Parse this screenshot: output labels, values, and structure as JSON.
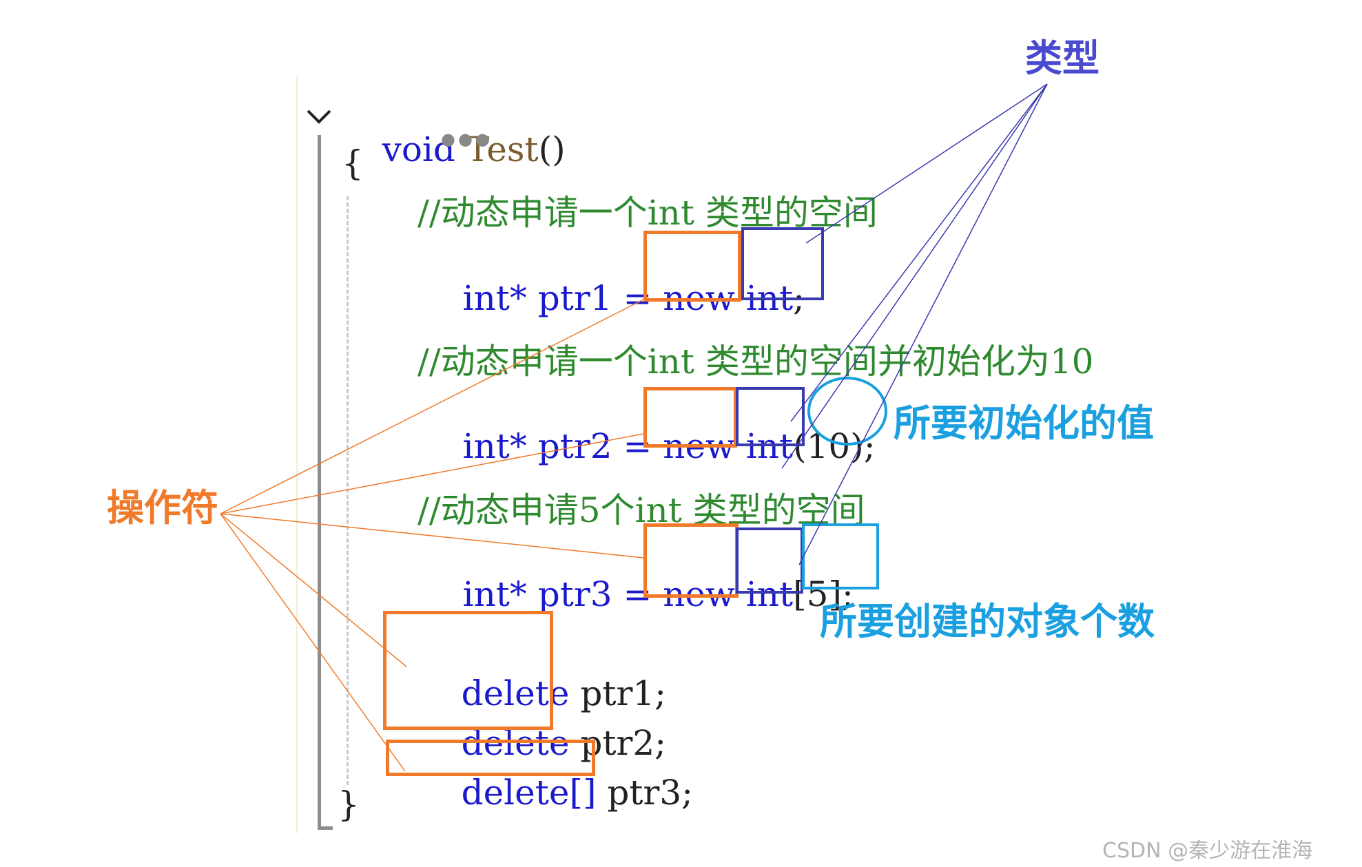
{
  "code": {
    "signature": {
      "keyword": "void",
      "name": "Test",
      "parens": "()"
    },
    "open_brace": "{",
    "close_brace": "}",
    "comment1": "//动态申请一个int 类型的空间",
    "line1": {
      "decl": "int* ptr1 =",
      "op": "new",
      "type": "int",
      "tail": ";"
    },
    "comment2": "//动态申请一个int 类型的空间并初始化为10",
    "line2": {
      "decl": "int* ptr2 =",
      "op": "new",
      "type": "int",
      "init": "(10)",
      "tail": ";"
    },
    "comment3": "//动态申请5个int 类型的空间",
    "line3": {
      "decl": "int* ptr3 =",
      "op": "new",
      "type": "int",
      "count": "[5]",
      "tail": ";"
    },
    "delete1": {
      "op": "delete",
      "arg": "ptr1;"
    },
    "delete2": {
      "op": "delete",
      "arg": "ptr2;"
    },
    "delete3": {
      "op": "delete[]",
      "arg": "ptr3;"
    }
  },
  "annotations": {
    "type_label": "类型",
    "operator_label": "操作符",
    "init_value_label": "所要初始化的值",
    "count_label": "所要创建的对象个数"
  },
  "watermark": "CSDN @秦少游在淮海",
  "colors": {
    "operator": "#f07a2a",
    "type": "#3a3ab0",
    "cyan": "#1aa0e0",
    "keyword": "#1a1acc",
    "comment": "#2f8a2f"
  }
}
